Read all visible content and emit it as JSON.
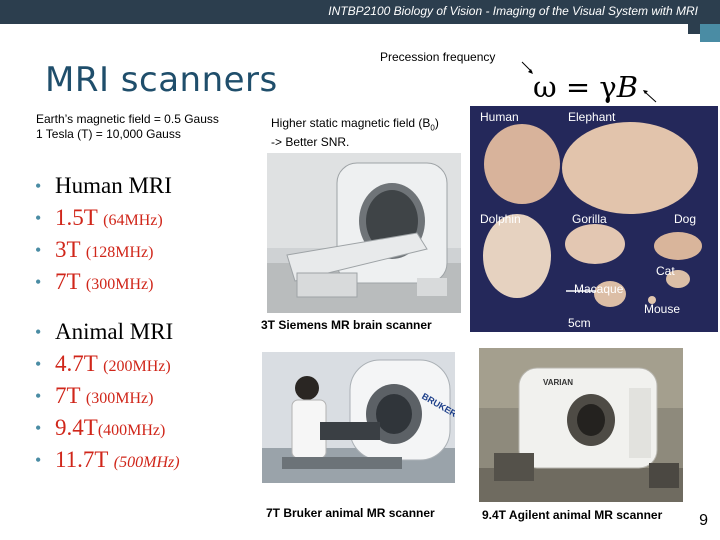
{
  "header": {
    "course": "INTBP2100 Biology of Vision - Imaging of the Visual System with MRI"
  },
  "title": "MRI scanners",
  "notes": {
    "earth_field": "Earth’s magnetic field = 0.5 Gauss",
    "tesla": "1 Tesla (T) = 10,000 Gauss",
    "higher_field_prefix": "Higher static magnetic field (B",
    "higher_field_sub": "0",
    "higher_field_suffix": ")",
    "better_snr": "-> Better SNR."
  },
  "formula": {
    "label": "Precession frequency",
    "omega": "ω",
    "equals": "=",
    "gamma": "γ",
    "b": "B"
  },
  "bullets": [
    {
      "main": "Human MRI",
      "extra": "",
      "style": "black"
    },
    {
      "main": "1.5T ",
      "extra": "(64MHz)",
      "style": "red"
    },
    {
      "main": "3T ",
      "extra": "(128MHz)",
      "style": "red"
    },
    {
      "main": "7T ",
      "extra": "(300MHz)",
      "style": "red"
    },
    {
      "main": "Animal MRI",
      "extra": "",
      "style": "black"
    },
    {
      "main": "4.7T ",
      "extra": "(200MHz)",
      "style": "red"
    },
    {
      "main": "7T ",
      "extra": "(300MHz)",
      "style": "red"
    },
    {
      "main": "9.4T",
      "extra": "(400MHz)",
      "style": "red"
    },
    {
      "main": "11.7T ",
      "extra": "(500MHz)",
      "style": "red"
    }
  ],
  "photos": {
    "siemens_caption": "3T Siemens MR brain scanner",
    "bruker_caption": "7T Bruker animal MR scanner",
    "agilent_caption": "9.4T Agilent animal MR scanner",
    "bruker_label": "BRUKER",
    "agilent_label": "VARIAN"
  },
  "brains": {
    "labels": [
      "Human",
      "Elephant",
      "Dolphin",
      "Gorilla",
      "Dog",
      "Cat",
      "Macaque",
      "Mouse"
    ],
    "scale": "5cm"
  },
  "page_number": "9",
  "colors": {
    "header": "#2c3e4e",
    "accent": "#4a8ca4",
    "title": "#1f4e6b",
    "red": "#d0261a",
    "brain_bg": "#24285a"
  }
}
